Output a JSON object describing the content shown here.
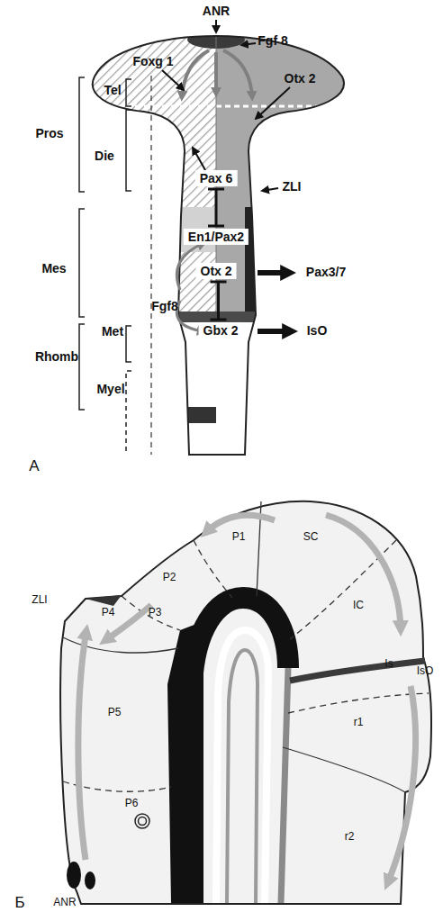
{
  "diagram": {
    "nodes": [
      {
        "text": [
          "Pax 6"
        ]
      },
      {
        "text": [
          "En1/Pax2"
        ]
      },
      {
        "text": [
          "Otx 2"
        ]
      },
      {
        "text": [
          "Gbx 2"
        ]
      }
    ],
    "edges": [
      {
        "from": 0,
        "to": 1,
        "arrow": "both"
      },
      {
        "from": 2,
        "to": 3,
        "arrow": "both"
      }
    ],
    "labels": [
      "ANR",
      "Fgf 8",
      "Foxg 1",
      "Otx 2",
      "Tel",
      "Pros",
      "Die",
      "ZLI",
      "Mes",
      "Pax3/7",
      "Fgf8",
      "IsO",
      "Met",
      "Rhomb",
      "Myel",
      "A",
      "P1",
      "SC",
      "ZLI",
      "P2",
      "P3",
      "P4",
      "IC",
      "IsO",
      "Is",
      "P5",
      "r1",
      "r2",
      "P6",
      "ANR",
      "Б"
    ]
  }
}
